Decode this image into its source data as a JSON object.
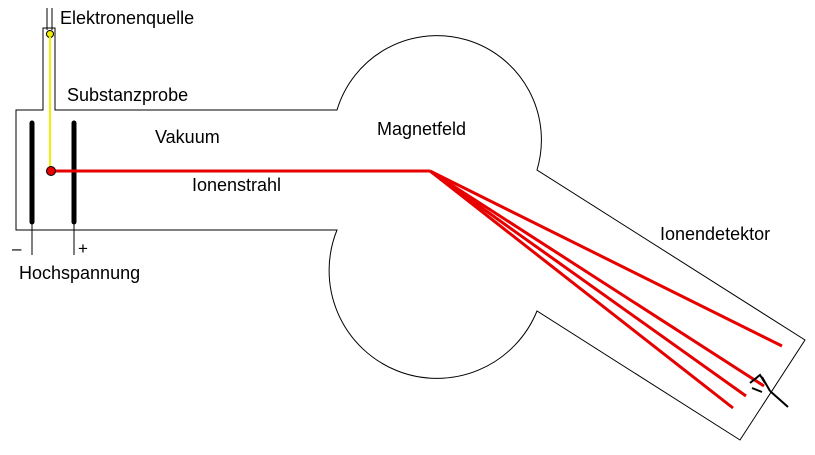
{
  "labels": {
    "electron_source": "Elektronenquelle",
    "sample": "Substanzprobe",
    "vacuum": "Vakuum",
    "magnetic_field": "Magnetfeld",
    "ion_beam": "Ionenstrahl",
    "ion_detector": "Ionendetektor",
    "high_voltage": "Hochspannung",
    "minus": "–",
    "plus": "+"
  },
  "colors": {
    "ion_beam": "#e60000",
    "filament": "#f0f000",
    "outline": "#000000",
    "background": "#ffffff"
  }
}
